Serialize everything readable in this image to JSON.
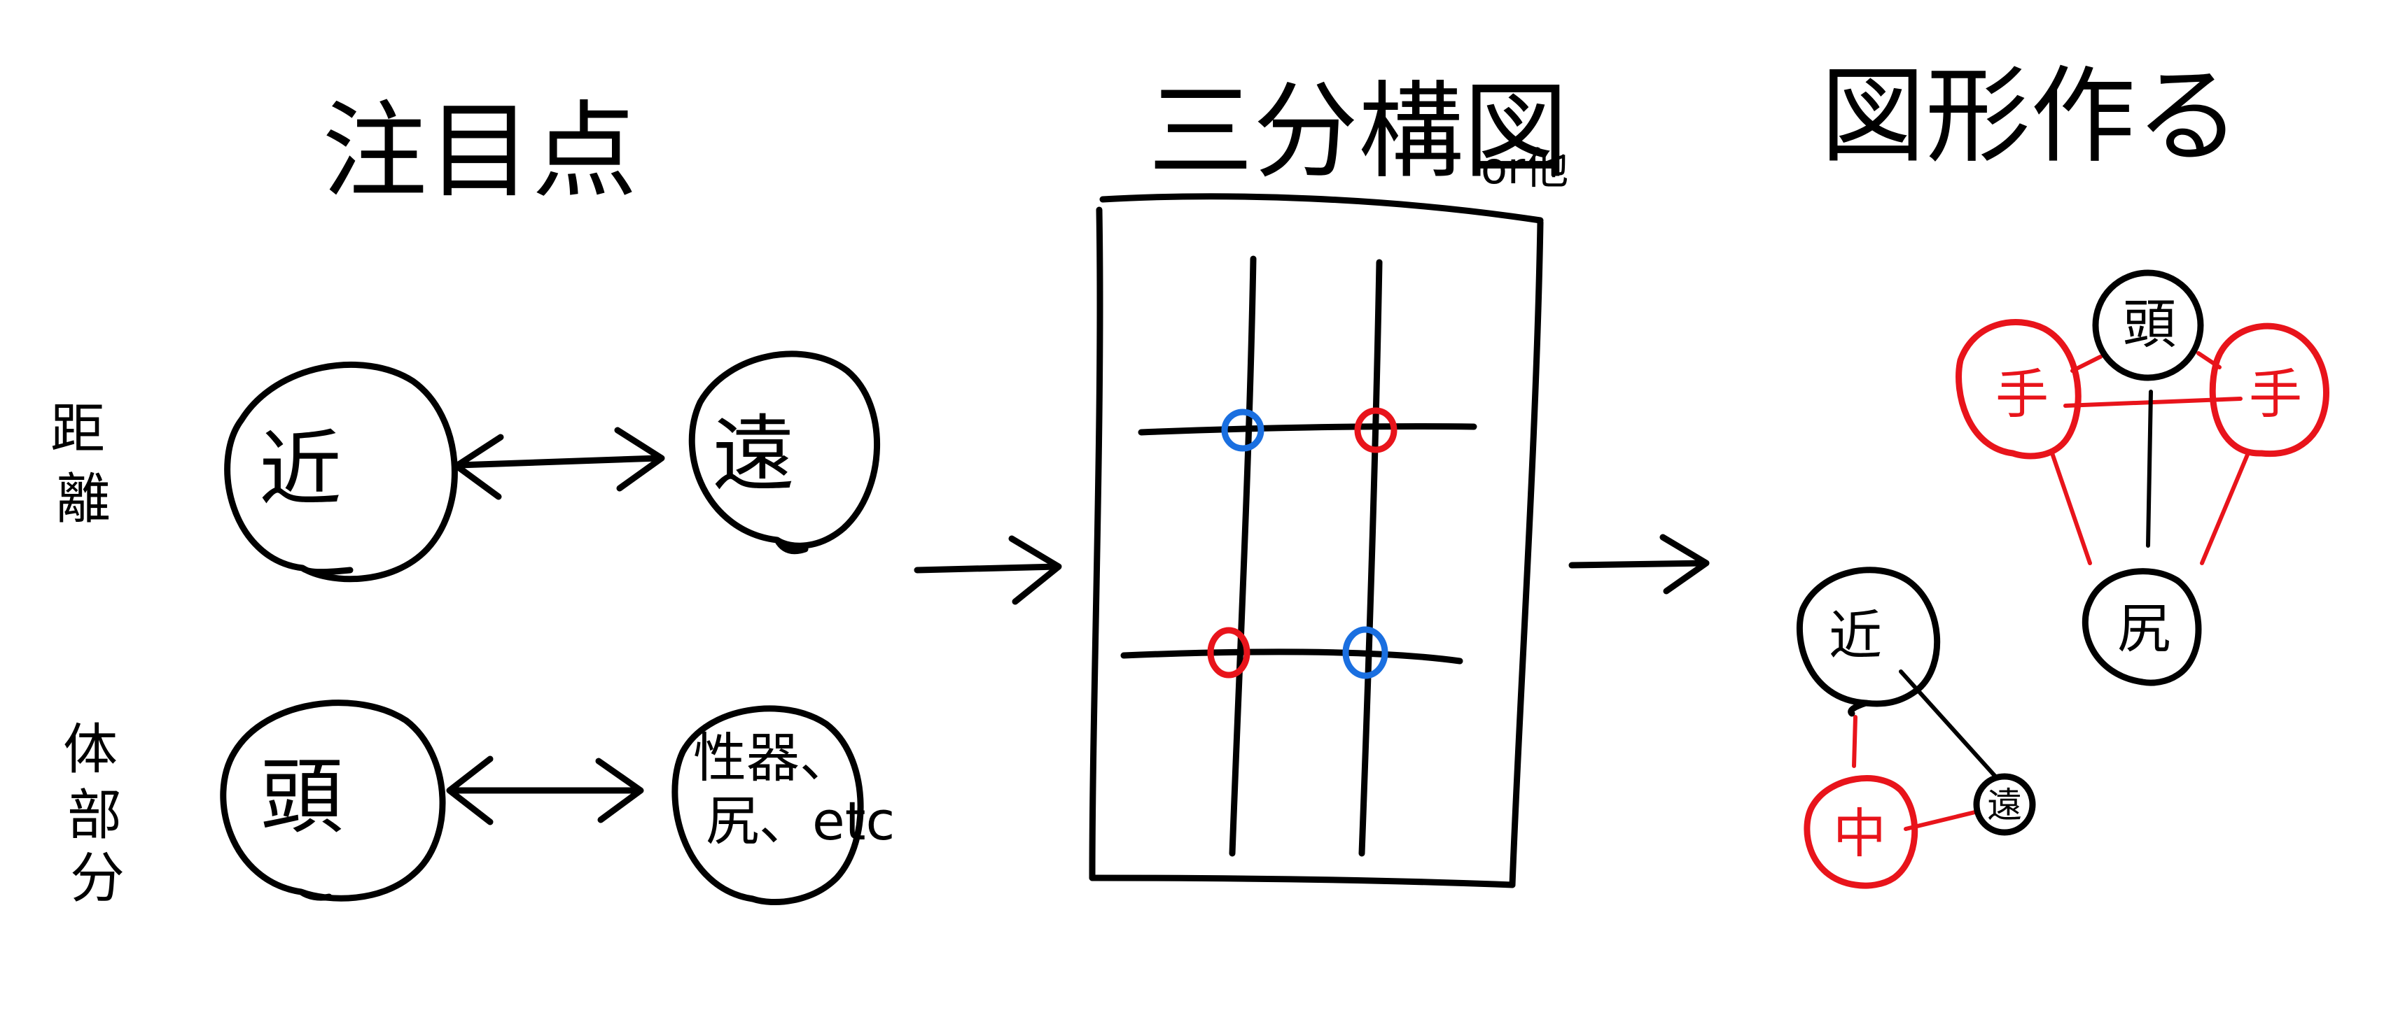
{
  "headings": {
    "focus_point": "注目点",
    "rule_of_thirds": "三分構図",
    "rule_of_thirds_suffix": "or他",
    "make_shapes": "図形作る"
  },
  "side_labels": {
    "distance": [
      "距",
      "離"
    ],
    "body_parts": [
      "体",
      "部",
      "分"
    ]
  },
  "focus_nodes": {
    "near": "近",
    "far": "遠",
    "head": "頭",
    "genitals": "性器、",
    "butt_etc": "尻、etc"
  },
  "shape_nodes": {
    "head": "頭",
    "hand_left": "手",
    "hand_right": "手",
    "butt": "尻",
    "near": "近",
    "middle": "中",
    "far": "遠"
  },
  "colors": {
    "ink": "#000000",
    "red": "#e8141b",
    "blue": "#1a6fe0"
  }
}
